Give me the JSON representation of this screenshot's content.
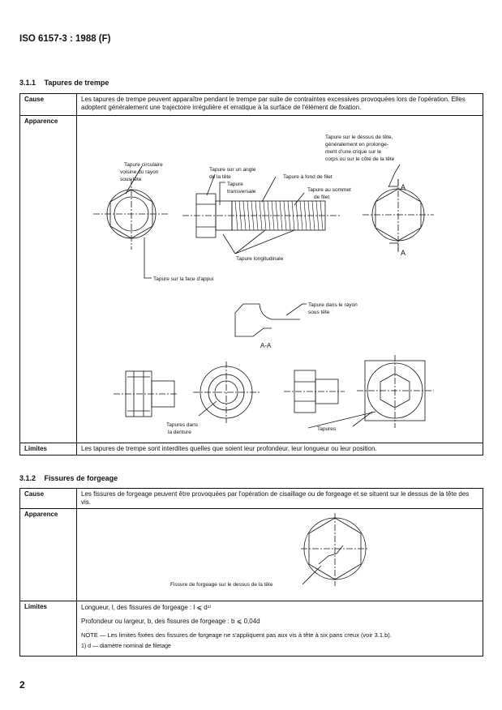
{
  "header": {
    "doc_id": "ISO 6157-3 : 1988 (F)"
  },
  "section1": {
    "number": "3.1.1",
    "title": "Tapures de trempe",
    "rows": {
      "cause_label": "Cause",
      "cause_text": "Les tapures de trempe peuvent apparaître pendant le trempe par suite de contraintes excessives provoquées lors de l'opération. Elles adoptent généralement une trajectoire irrégulière et erratique à la surface de l'élément de fixation.",
      "appearance_label": "Apparence",
      "limits_label": "Limites",
      "limits_text": "Les tapures de trempe sont interdites quelles que soient leur profondeur, leur longueur ou leur position."
    },
    "figure": {
      "label_tete_1": "Tapure sur le dessus de tête,",
      "label_tete_2": "généralement en prolonge-",
      "label_tete_3": "ment d'une crique sur le",
      "label_tete_4": "corps ou sur le côté de la tête",
      "label_circ_1": "Tapure circulaire",
      "label_circ_2": "voisine du rayon",
      "label_circ_3": "sous tête",
      "label_angle_1": "Tapure sur un angle",
      "label_angle_2": "de la tête",
      "label_fond": "Tapure à fond de filet",
      "label_trans_1": "Tapure",
      "label_trans_2": "transversale",
      "label_sommet_1": "Tapure au sommet",
      "label_sommet_2": "de filet",
      "label_long": "Tapure longitudinale",
      "label_appui": "Tapure sur la face d'appui",
      "label_rayon_1": "Tapure dans le rayon",
      "label_rayon_2": "sous tête",
      "section_mark": "A",
      "section_label": "A-A",
      "label_denture_1": "Tapures dans",
      "label_denture_2": "la denture",
      "label_tapures": "Tapures"
    }
  },
  "section2": {
    "number": "3.1.2",
    "title": "Fissures de forgeage",
    "rows": {
      "cause_label": "Cause",
      "cause_text": "Les fissures de forgeage peuvent être provoquées par l'opération de cisaillage ou de forgeage et se situent sur le dessus de la tête des vis.",
      "appearance_label": "Apparence",
      "figure_label": "Fissure de forgeage sur le dessus de la tête",
      "limits_label": "Limites",
      "limit_length": "Longueur, l, des fissures de forgeage : l ⩽ d¹⁾",
      "limit_depth": "Profondeur ou largeur, b, des fissures de forgeage : b ⩽ 0,04d",
      "note": "NOTE — Les limites fixées des fissures de forgeage ne s'appliquent pas aux vis à tête à six pans creux (voir 3.1.b).",
      "footnote": "1)  d — diamètre nominal de filetage"
    }
  },
  "page_number": "2"
}
